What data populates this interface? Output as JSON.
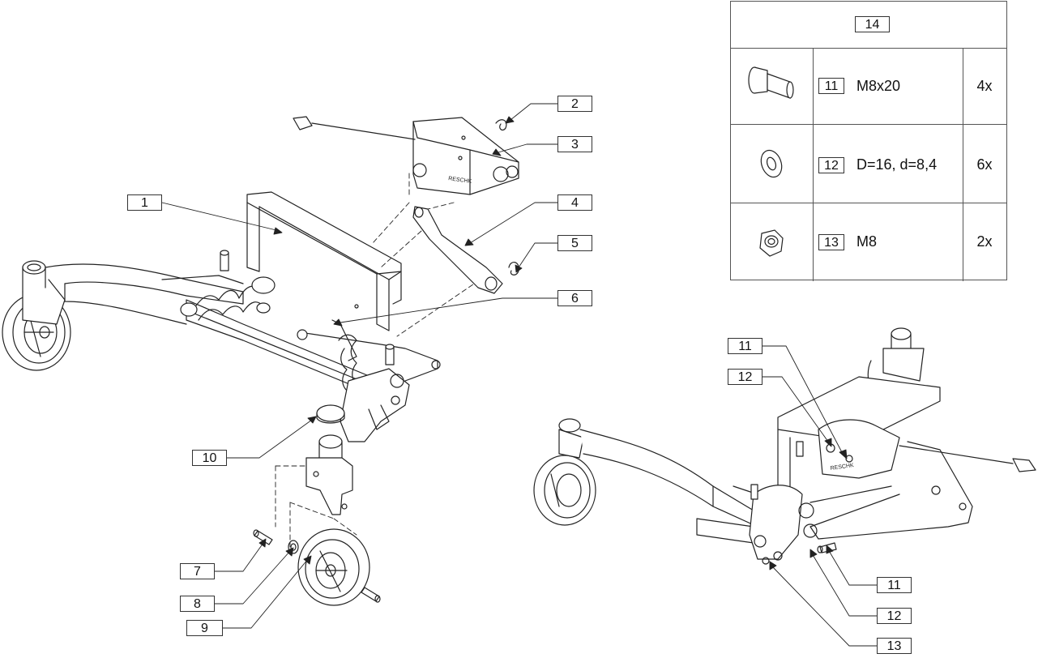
{
  "callouts": {
    "c1": "1",
    "c2": "2",
    "c3": "3",
    "c4": "4",
    "c5": "5",
    "c6": "6",
    "c7": "7",
    "c8": "8",
    "c9": "9",
    "c10": "10",
    "c11a": "11",
    "c12a": "12",
    "c11b": "11",
    "c12b": "12",
    "c13b": "13"
  },
  "parts_table": {
    "header": "14",
    "rows": [
      {
        "number": "11",
        "description": "M8x20",
        "quantity": "4x",
        "icon": "bolt-icon"
      },
      {
        "number": "12",
        "description": "D=16, d=8,4",
        "quantity": "6x",
        "icon": "washer-icon"
      },
      {
        "number": "13",
        "description": "M8",
        "quantity": "2x",
        "icon": "nut-icon"
      }
    ]
  },
  "label_text": "RESCHK"
}
